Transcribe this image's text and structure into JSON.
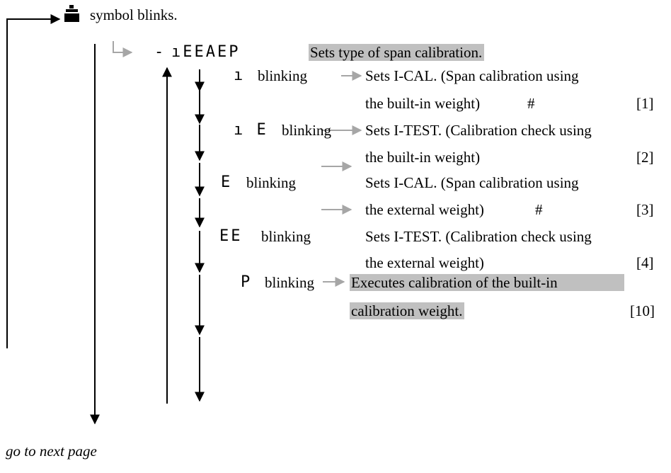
{
  "header": {
    "text": "symbol blinks."
  },
  "mode": {
    "prefix": "-",
    "code": "ıEEAEP",
    "description": "Sets type of span calibration."
  },
  "options": [
    {
      "code": "ı",
      "state": "blinking",
      "line1": "Sets I-CAL. (Span calibration using",
      "line2": "the built-in weight)",
      "mark": "#",
      "ref": "[1]"
    },
    {
      "code": "ı  E",
      "state": "blinking",
      "line1": "Sets I-TEST. (Calibration check using",
      "line2": "the built-in weight)",
      "mark": "",
      "ref": "[2]"
    },
    {
      "code": "E",
      "state": "blinking",
      "line1": "Sets I-CAL. (Span calibration using",
      "line2": "the external weight)",
      "mark": "#",
      "ref": "[3]"
    },
    {
      "code": "EE",
      "state": "blinking",
      "line1": "Sets I-TEST. (Calibration check using",
      "line2": "the external weight)",
      "mark": "",
      "ref": "[4]"
    },
    {
      "code": "P",
      "state": "blinking",
      "line1": "Executes calibration of the built-in",
      "line2": "calibration weight.",
      "mark": "",
      "ref": "[10]"
    }
  ],
  "footer": {
    "text": "go to next page"
  },
  "icons": {
    "weight": "weight-symbol-icon"
  }
}
